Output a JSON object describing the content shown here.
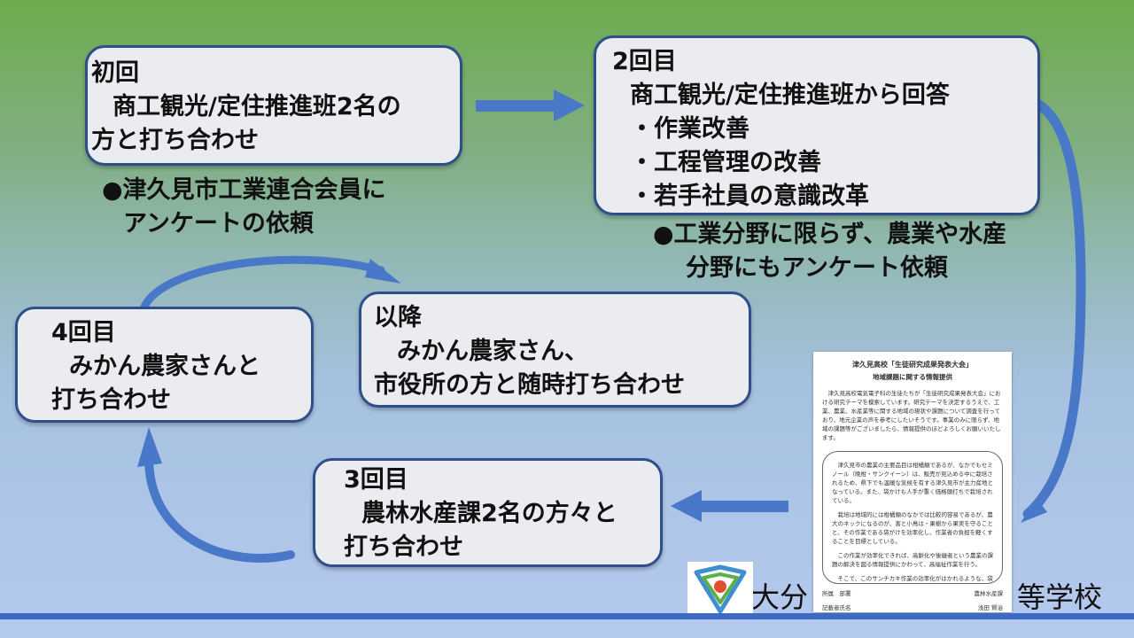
{
  "boxes": {
    "first": {
      "title": "初回",
      "lines": [
        "商工観光/定住推進班2名の",
        "方と打ち合わせ"
      ]
    },
    "second": {
      "title": "2回目",
      "lines": [
        "商工観光/定住推進班から回答",
        "・作業改善",
        "・工程管理の改善",
        "・若手社員の意識改革"
      ]
    },
    "later": {
      "title": "以降",
      "lines": [
        "みかん農家さん、",
        "市役所の方と随時打ち合わせ"
      ]
    },
    "fourth": {
      "title": "4回目",
      "lines": [
        "みかん農家さんと",
        "打ち合わせ"
      ]
    },
    "third": {
      "title": "3回目",
      "lines": [
        "農林水産課2名の方々と",
        "打ち合わせ"
      ]
    }
  },
  "notes": {
    "survey1": {
      "line1": "●津久見市工業連合会員に",
      "line2": "アンケートの依頼"
    },
    "survey2": {
      "line1": "●工業分野に限らず、農業や水産",
      "line2": "分野にもアンケート依頼"
    }
  },
  "document": {
    "title": "津久見高校「生徒研究成果発表大会」",
    "subtitle": "地域課題に関する情報提供",
    "para1": "津久見高校電気電子科の生徒たちが「生徒研究成果発表大会」における研究テーマを模索しています。研究テーマを決定するうえで、工業、農業、水産業等に関する地域の現状や課題について調査を行っており、地元企業の声を参考にしたいそうです。事業のみに限らず、地域の課題等がございましたら、情報提供のほどよろしくお願いいたします。",
    "frame_text1": "津久見市の農業の主要品目は柑橘類であるが、なかでもセミノール（晩柑・サンクイーン）は、販売が見込める中に栽培されるため、県下でも温暖な気候を有する津久見市が主力産地となっている。また、袋かけも人手が重く価格頭打ちで栽培されている。",
    "frame_text2": "栽培は地域的には柑橘類のなかでは比較的容易であるが、農大のネックになるのが、害と小鳥は・果樹から果実を守ることと、その作業である袋がけを効率化し、作業者の負担を軽くすることを目標としている。",
    "frame_text3": "この作業が効率化できれば、高齢化や後継者という農業の課題の解決を図る情報提供にかわって、高福祉作業を行う。",
    "frame_text4": "そこで、このサンチカキ作業の効率化がはかれるような、袋かけ器具をぜひ制作してもらいたい。",
    "foot_left1": "所属　部署",
    "foot_right1": "農林水産課",
    "foot_left2": "記載者氏名",
    "foot_right2": "浅田 賢治"
  },
  "school": {
    "left": "大分",
    "right": "等学校"
  },
  "colors": {
    "box_border": "#2f4f8c",
    "box_fill": "#ebecef",
    "arrow": "#4a78c8",
    "bottom_line": "#3d6bc2"
  }
}
